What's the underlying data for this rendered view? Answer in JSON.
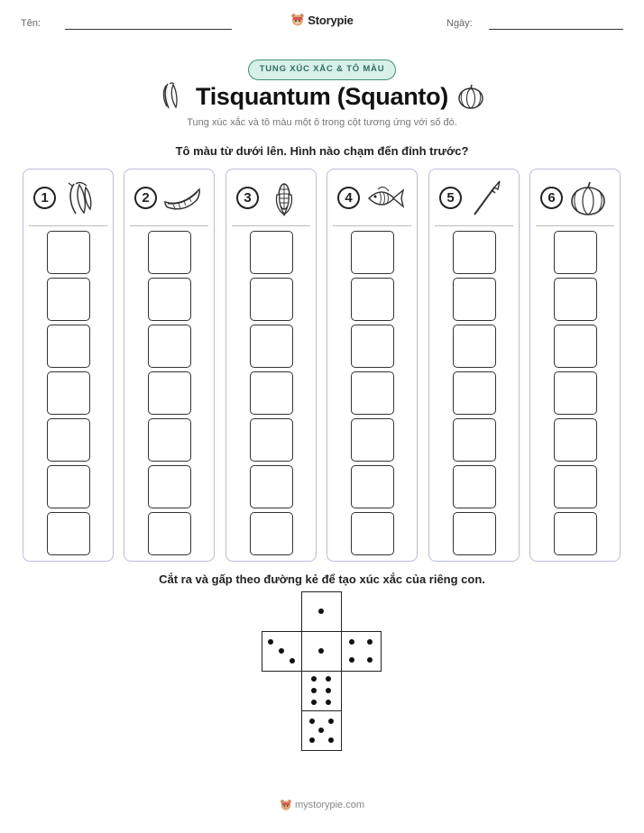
{
  "header": {
    "name_label": "Tên:",
    "date_label": "Ngày:",
    "brand": "Storypie"
  },
  "badge": "TUNG XÚC XẮC & TÔ MÀU",
  "title": "Tisquantum (Squanto)",
  "subtitle": "Tung xúc xắc và tô màu một ô trong cột tương ứng với số đó.",
  "instruction_top": "Tô màu từ dưới lên. Hình nào chạm đến đỉnh trước?",
  "columns": [
    {
      "number": "1",
      "icon": "bean-pods-icon"
    },
    {
      "number": "2",
      "icon": "canoe-icon"
    },
    {
      "number": "3",
      "icon": "corn-icon"
    },
    {
      "number": "4",
      "icon": "fish-icon"
    },
    {
      "number": "5",
      "icon": "spear-icon"
    },
    {
      "number": "6",
      "icon": "pumpkin-icon"
    }
  ],
  "cells_per_column": 7,
  "instruction_bottom": "Cắt ra và gấp theo đường kẻ để tạo xúc xắc của riêng con.",
  "die_faces": [
    1,
    3,
    1,
    4,
    6,
    5
  ],
  "footer": "mystorypie.com"
}
